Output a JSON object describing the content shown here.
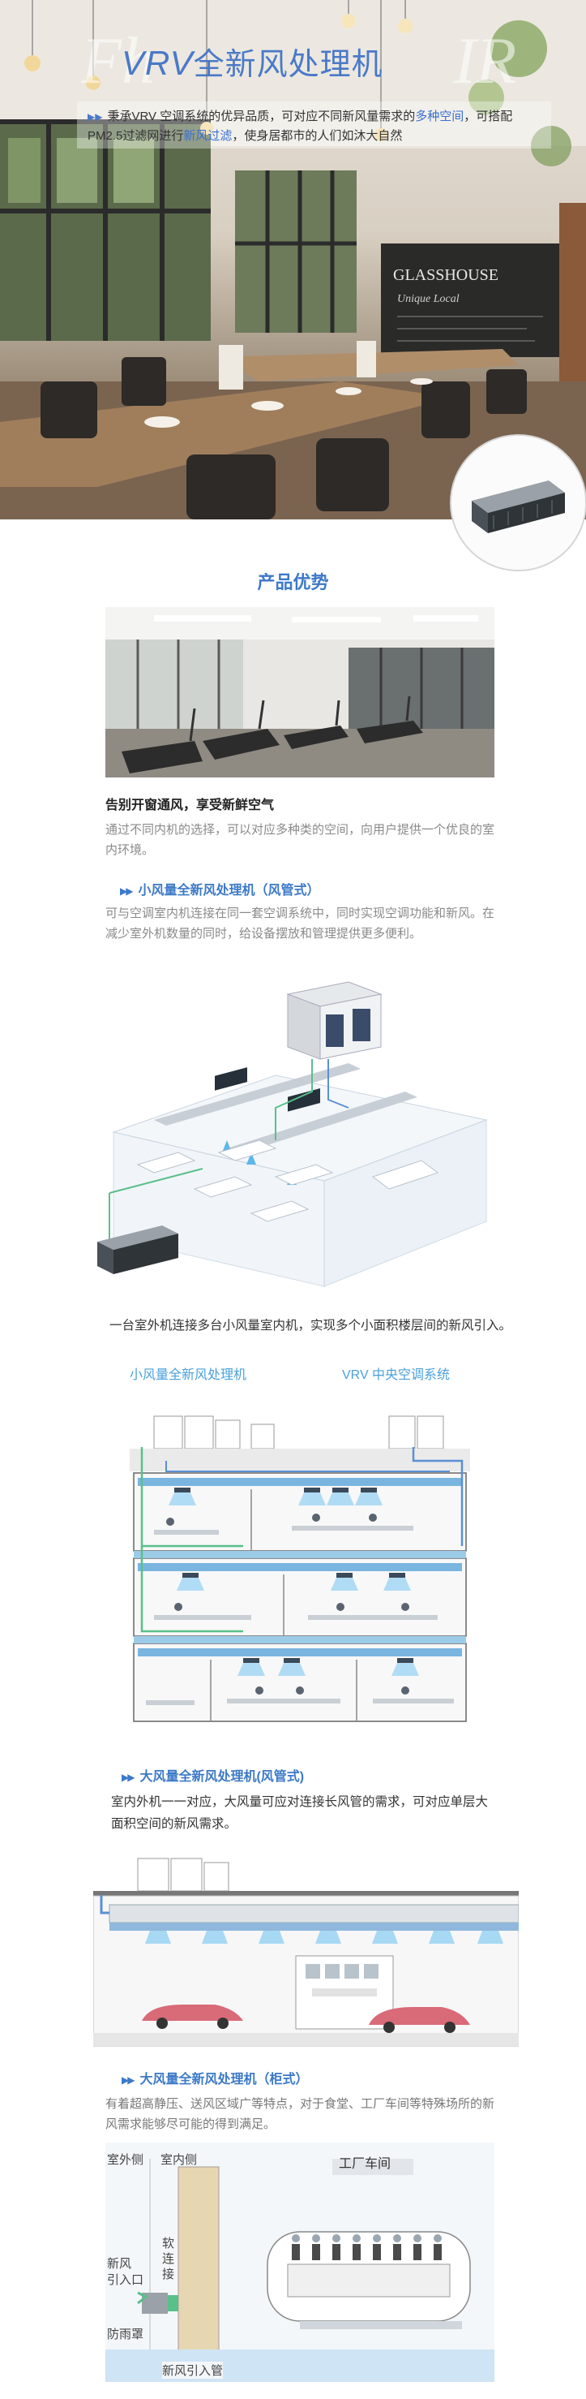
{
  "hero": {
    "title_prefix": "VRV",
    "title_rest": "全新风处理机",
    "faint_left": "Fh",
    "faint_right": "IR",
    "sign_line1": "GLASSHOUSE",
    "sign_line2": "Unique Local",
    "subtitle_parts": [
      {
        "text": "秉承VRV 空调系统的优异品质，可对应不同新风量需求的",
        "hl": false
      },
      {
        "text": "多种空间",
        "hl": true
      },
      {
        "text": "，可搭配PM2.5过滤网进行",
        "hl": false
      },
      {
        "text": "新风过滤",
        "hl": true
      },
      {
        "text": "，使身居都市的人们如沐大自然",
        "hl": false
      }
    ]
  },
  "section_title": "产品优势",
  "intro": {
    "heading": "告别开窗通风，享受新鲜空气",
    "body": "通过不同内机的选择，可以对应多种类的空间，向用户提供一个优良的室内环境。"
  },
  "small_duct": {
    "heading": "小风量全新风处理机（风管式）",
    "body": "可与空调室内机连接在同一套空调系统中，同时实现空调功能和新风。在减少室外机数量的同时，给设备摆放和管理提供更多便利。"
  },
  "caption1": "一台室外机连接多台小风量室内机，实现多个小面积楼层间的新风引入。",
  "diagram_labels": {
    "left": "小风量全新风处理机",
    "right": "VRV 中央空调系统"
  },
  "large_duct": {
    "heading": "大风量全新风处理机(风管式)",
    "body": "室内外机一一对应，大风量可应对连接长风管的需求，可对应单层大面积空间的新风需求。"
  },
  "large_cabinet": {
    "heading": "大风量全新风处理机（柜式）",
    "body": "有着超高静压、送风区域广等特点，对于食堂、工厂车间等特殊场所的新风需求能够尽可能的得到满足。"
  },
  "factory_labels": {
    "outdoor": "室外侧",
    "indoor": "室内侧",
    "inlet": "新风\n引入口",
    "soft_conn": "软\n连\n接",
    "rain_cover": "防雨罩",
    "pipe": "新风引入管",
    "workshop": "工厂车间"
  },
  "colors": {
    "accent": "#3d79c9",
    "duct_blue": "#5b8fd6",
    "duct_green": "#59c08a"
  }
}
